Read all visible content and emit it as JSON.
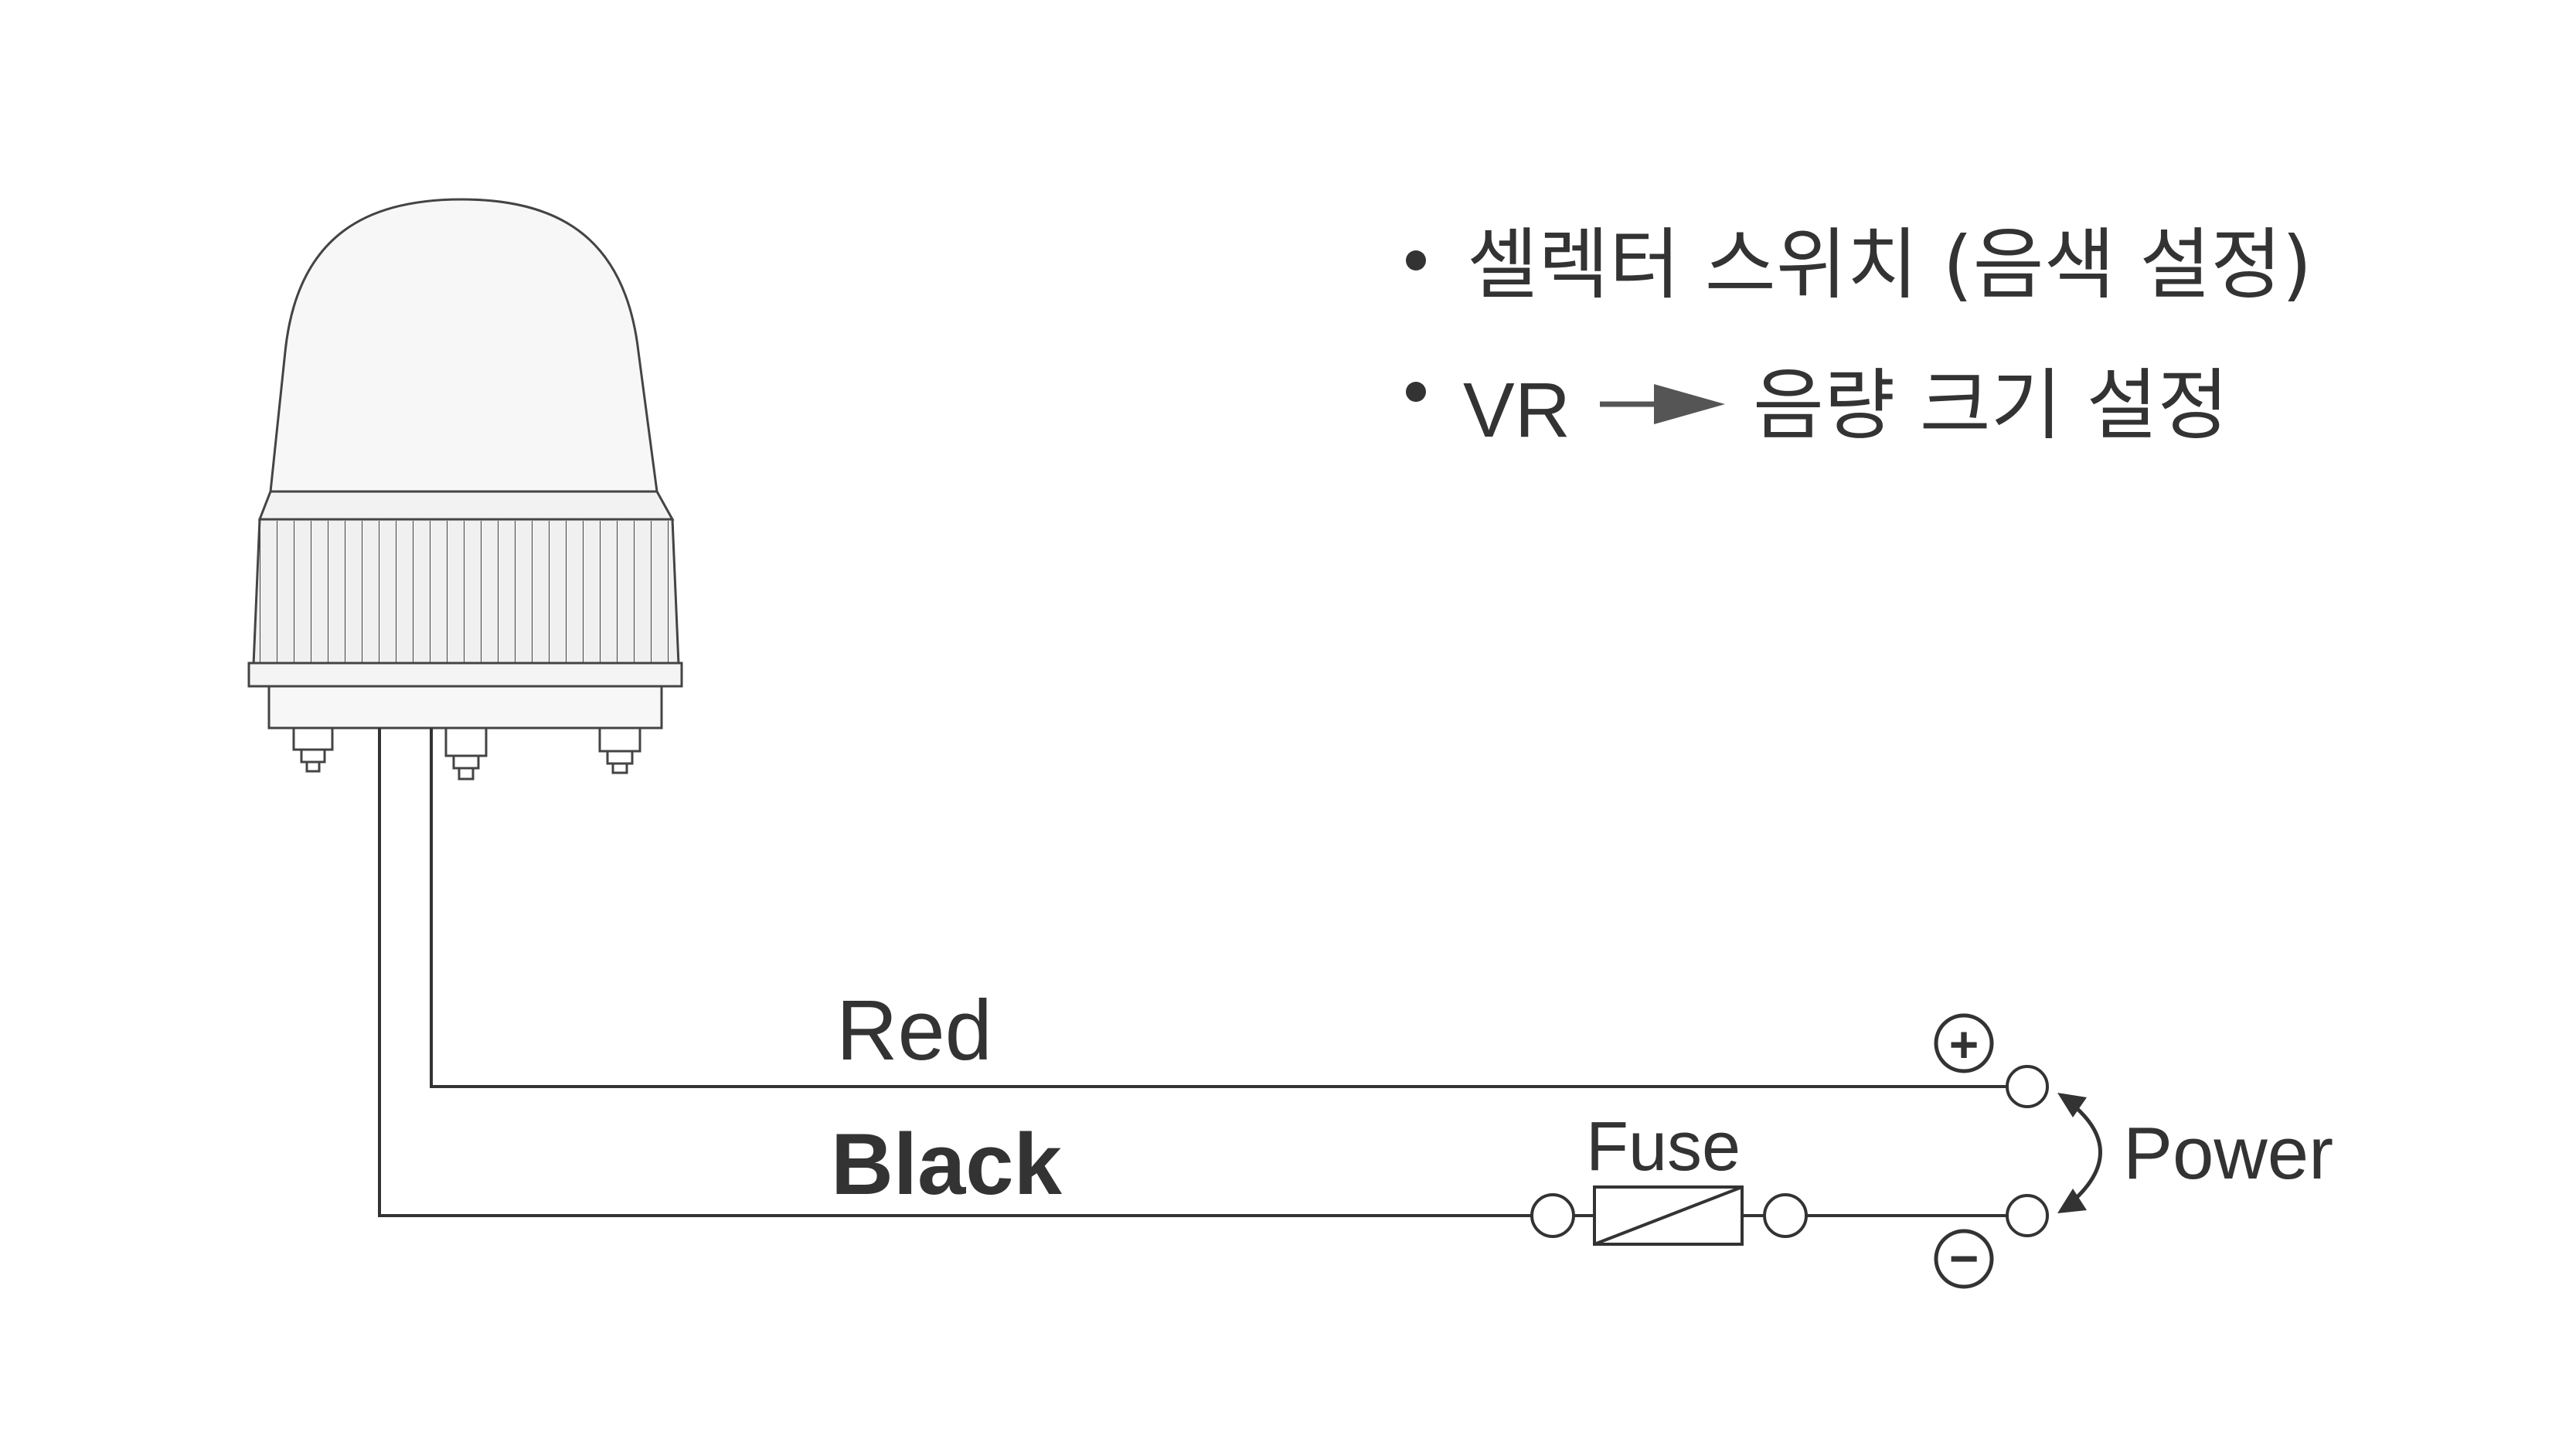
{
  "notes": {
    "bullet_1": "셀렉터 스위치 (음색 설정)",
    "bullet_2_prefix": "VR",
    "bullet_2_suffix": "음량 크기 설정",
    "bullet_char": "•"
  },
  "wires": {
    "red_label": "Red",
    "black_label": "Black",
    "fuse_label": "Fuse",
    "power_label": "Power",
    "plus_symbol": "+",
    "minus_symbol": "−"
  },
  "colors": {
    "ink": "#333333",
    "lamp_fill": "#f7f7f7",
    "body_fill": "#efefef",
    "arrow": "#555555"
  },
  "icons": {
    "lamp": "rotating-warning-light-icon",
    "arrow": "right-arrow-icon",
    "fuse": "fuse-symbol-icon",
    "plus": "plus-terminal-icon",
    "minus": "minus-terminal-icon",
    "power_arc": "curved-double-arrow-icon"
  }
}
